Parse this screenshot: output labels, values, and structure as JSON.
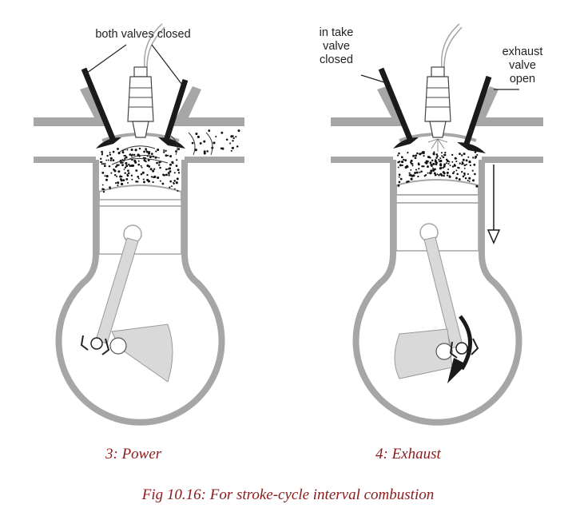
{
  "panels": [
    {
      "caption": "3: Power",
      "annotations": [
        "both valves closed"
      ]
    },
    {
      "caption": "4:  Exhaust",
      "annotations": [
        "in take",
        "valve",
        "closed",
        "exhaust",
        "valve",
        "open"
      ]
    }
  ],
  "figure_caption": "Fig 10.16: For stroke-cycle interval combustion",
  "colors": {
    "wall": "#a6a6a6",
    "valve": "#1a1a1a",
    "piston_fill": "#ffffff",
    "crank_fill": "#d9d9d9",
    "caption": "#8b1a1a",
    "particles": "#111111"
  }
}
